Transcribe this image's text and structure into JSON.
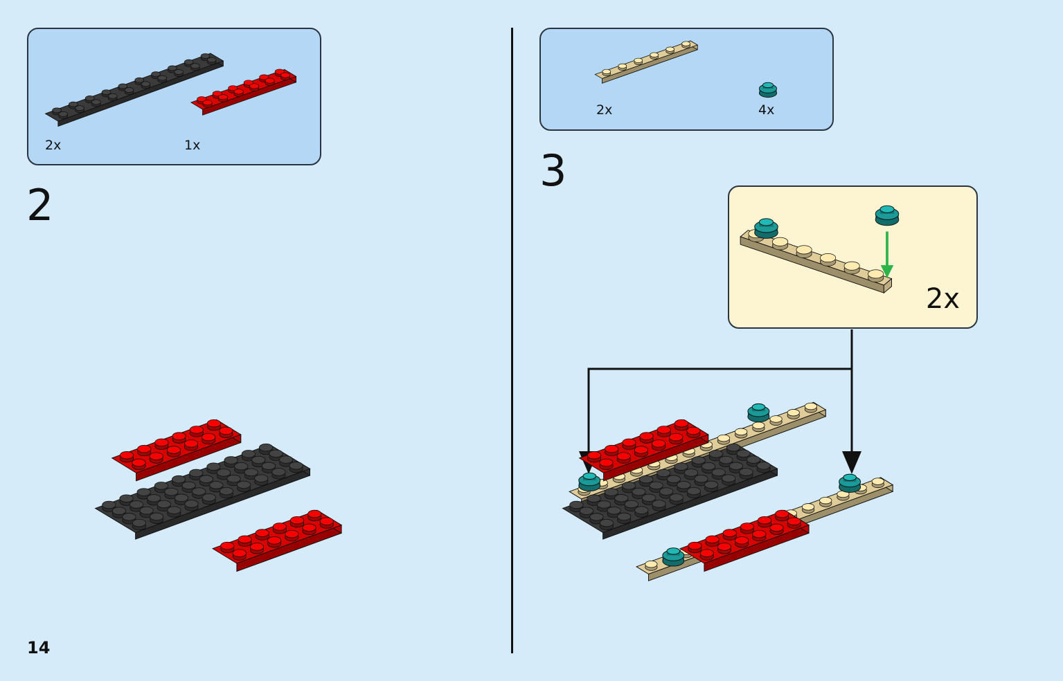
{
  "step2": {
    "number": "2",
    "parts": [
      {
        "name": "dark grey plate 2x10",
        "qty": "2x",
        "color": "#3a3a3a"
      },
      {
        "name": "red plate 2x6",
        "qty": "1x",
        "color": "#d90000"
      }
    ]
  },
  "step3": {
    "number": "3",
    "parts": [
      {
        "name": "tan plate 1x6",
        "qty": "2x",
        "color": "#e0cc98"
      },
      {
        "name": "teal round plate 1x1",
        "qty": "4x",
        "color": "#1a9a98"
      }
    ],
    "subassembly": {
      "qty": "2x"
    }
  },
  "page": {
    "number": "14"
  },
  "colors": {
    "background": "#d5ebfa",
    "parts_box": "#b4d7f5",
    "subassembly_box": "#fdf5d2",
    "arrow_green": "#2db34a"
  }
}
